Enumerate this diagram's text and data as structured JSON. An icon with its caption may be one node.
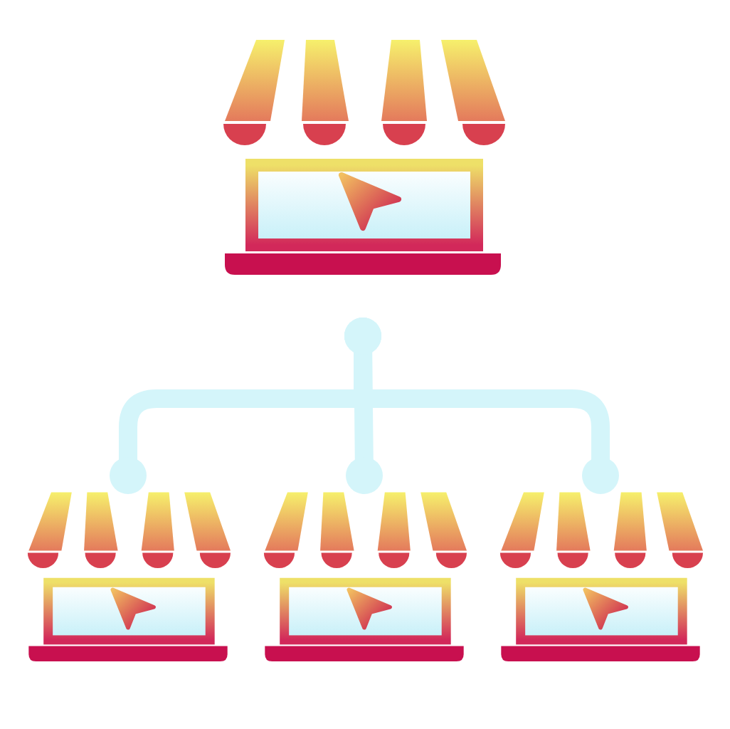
{
  "diagram": {
    "nodes": [
      {
        "text": [],
        "shape": "picture"
      },
      {
        "text": [],
        "shape": "picture"
      },
      {
        "text": [],
        "shape": "picture"
      },
      {
        "text": [],
        "shape": "picture"
      }
    ],
    "edges": [
      {
        "from": 0,
        "to": 1,
        "arrow": "other"
      },
      {
        "from": 0,
        "to": 2,
        "arrow": "other"
      },
      {
        "from": 0,
        "to": 3,
        "arrow": "other"
      }
    ]
  }
}
